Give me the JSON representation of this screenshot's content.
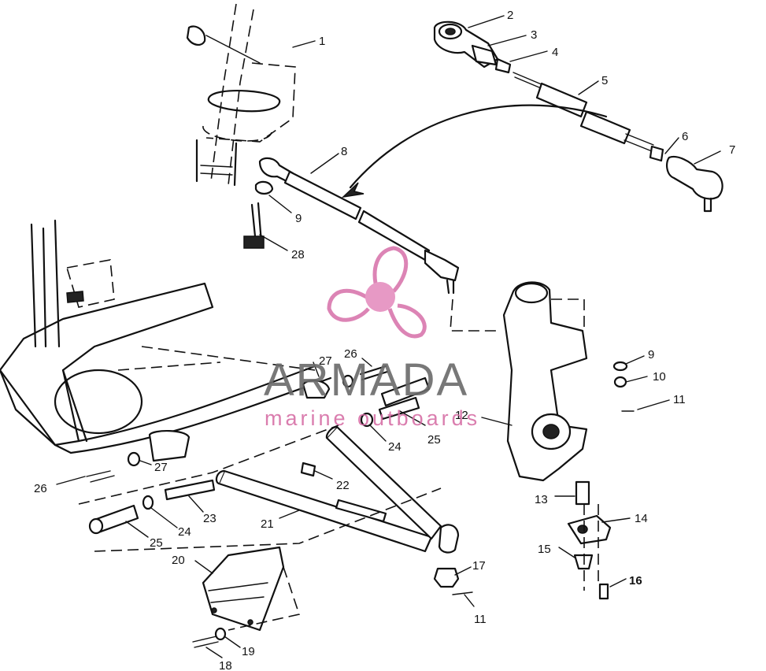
{
  "callouts": [
    "1",
    "2",
    "3",
    "4",
    "5",
    "6",
    "7",
    "8",
    "9",
    "28",
    "9",
    "10",
    "11",
    "12",
    "26",
    "27",
    "24",
    "25",
    "22",
    "26",
    "27",
    "21",
    "23",
    "24",
    "25",
    "13",
    "14",
    "15",
    "16",
    "17",
    "11",
    "20",
    "19",
    "18"
  ],
  "watermark": {
    "brand": "ARMADA",
    "tagline": "marine outboards"
  }
}
